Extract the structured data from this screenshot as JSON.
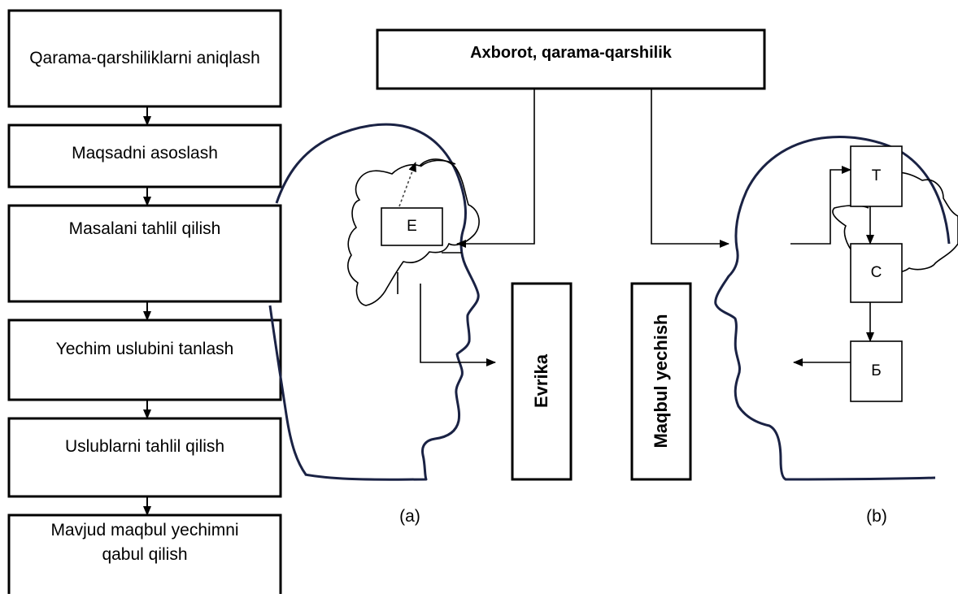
{
  "flow_steps": [
    "Qarama-qarshiliklarni aniqlash",
    "Maqsadni asoslash",
    "Masalani tahlil qilish",
    "Yechim uslubini tanlash",
    "Uslublarni tahlil qilish",
    "Mavjud maqbul yechimni qabul qilish"
  ],
  "top_box": "Axborot, qarama-qarshilik",
  "head_a": {
    "inner_box": "E",
    "result_box": "Evrika",
    "caption": "(a)"
  },
  "head_b": {
    "boxes": [
      "Т",
      "С",
      "Б"
    ],
    "result_box": "Maqbul yechish",
    "caption": "(b)"
  },
  "colors": {
    "stroke": "#000000",
    "head_stroke": "#1a2244",
    "background": "#ffffff"
  }
}
